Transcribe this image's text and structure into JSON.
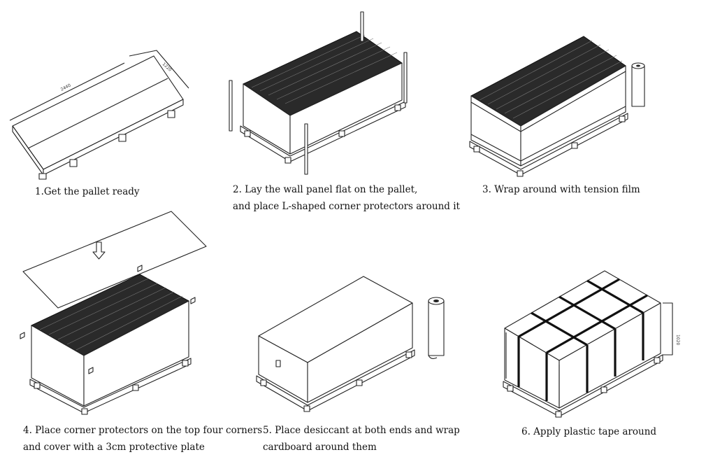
{
  "steps": [
    {
      "lines": [
        "1.Get the pallet ready"
      ]
    },
    {
      "lines": [
        "2. Lay the wall panel flat on the pallet,",
        "and place L-shaped corner protectors around it"
      ]
    },
    {
      "lines": [
        "3. Wrap around with tension film"
      ]
    },
    {
      "lines": [
        "4. Place corner protectors on the top four corners",
        "and cover with a 3cm protective plate"
      ]
    },
    {
      "lines": [
        "5. Place desiccant at both ends and wrap",
        "cardboard around them"
      ]
    },
    {
      "lines": [
        "6. Apply plastic tape around"
      ]
    }
  ],
  "dimensions": {
    "pallet_length": "2440",
    "pallet_width": "1220",
    "stack_height": "1020"
  },
  "colors": {
    "line": "#222222",
    "panel_stack": "#2a2a2a",
    "background": "#ffffff"
  }
}
